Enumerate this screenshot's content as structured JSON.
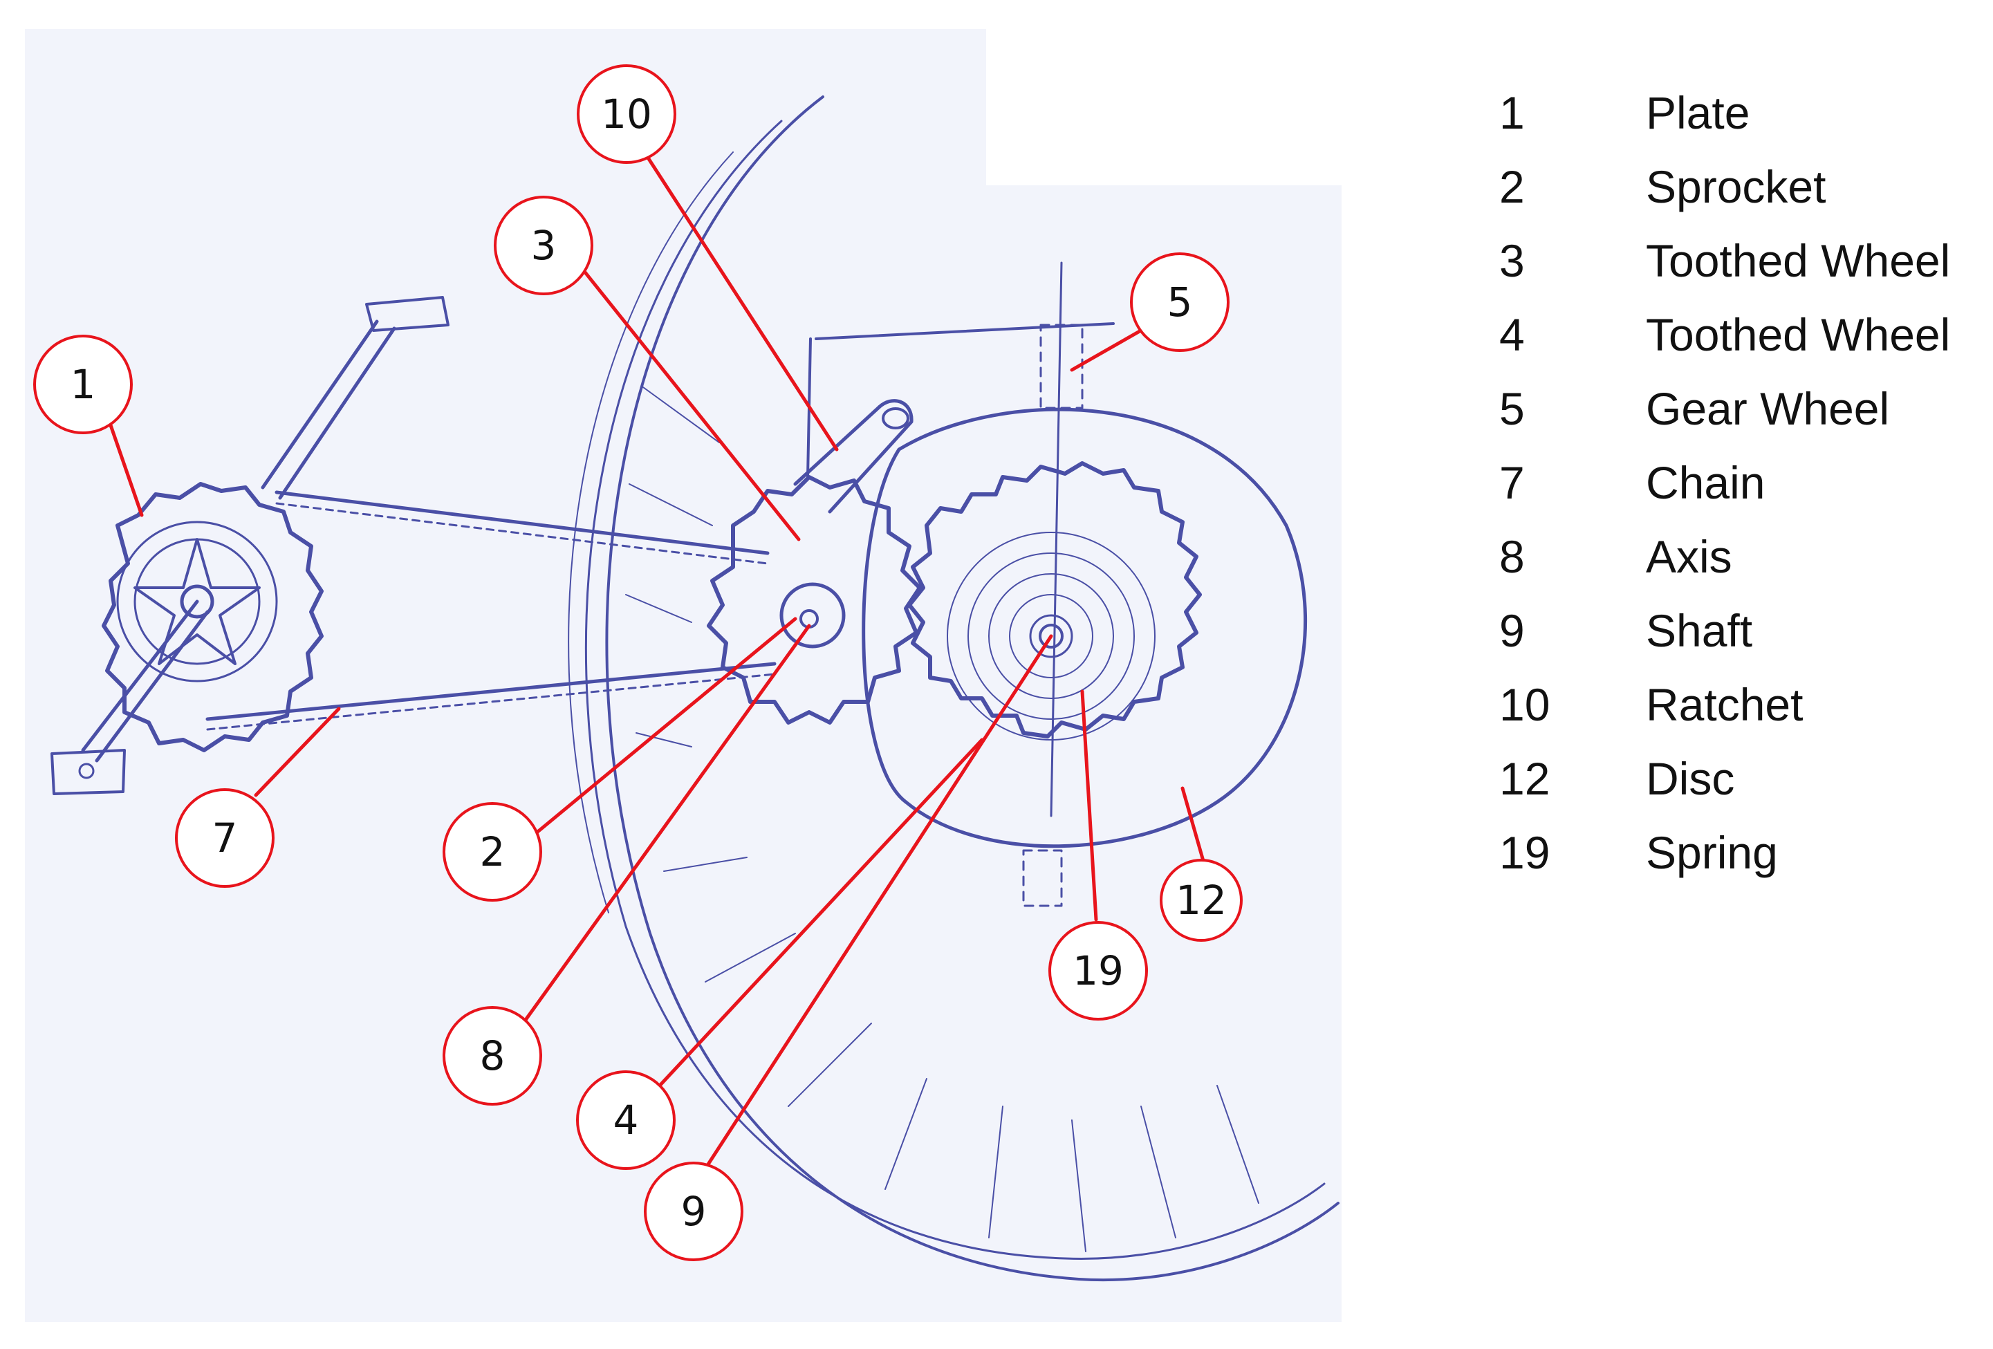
{
  "callouts": [
    {
      "number": "1"
    },
    {
      "number": "10"
    },
    {
      "number": "3"
    },
    {
      "number": "5"
    },
    {
      "number": "7"
    },
    {
      "number": "2"
    },
    {
      "number": "8"
    },
    {
      "number": "4"
    },
    {
      "number": "9"
    },
    {
      "number": "19"
    },
    {
      "number": "12"
    }
  ],
  "legend": [
    {
      "number": "1",
      "label": "Plate"
    },
    {
      "number": "2",
      "label": "Sprocket"
    },
    {
      "number": "3",
      "label": "Toothed Wheel"
    },
    {
      "number": "4",
      "label": "Toothed Wheel"
    },
    {
      "number": "5",
      "label": "Gear Wheel"
    },
    {
      "number": "7",
      "label": "Chain"
    },
    {
      "number": "8",
      "label": "Axis"
    },
    {
      "number": "9",
      "label": "Shaft"
    },
    {
      "number": "10",
      "label": "Ratchet"
    },
    {
      "number": "12",
      "label": "Disc"
    },
    {
      "number": "19",
      "label": "Spring"
    }
  ],
  "colors": {
    "ink": "#4a4fa6",
    "callout": "#e8141c",
    "paper": "#f2f4fb"
  }
}
